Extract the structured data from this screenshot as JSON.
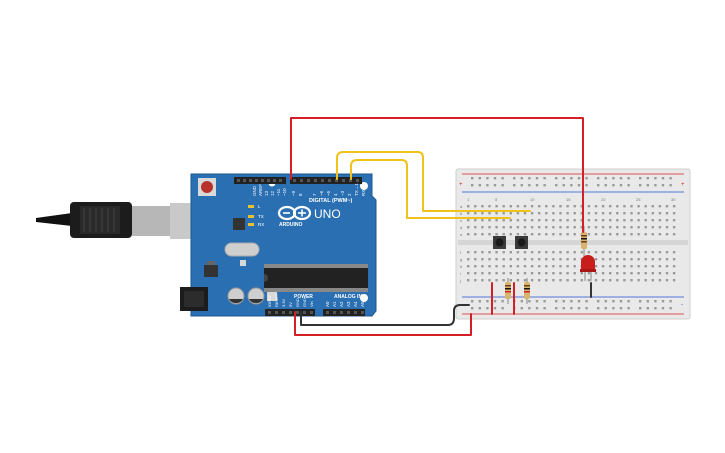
{
  "arduino": {
    "model": "UNO",
    "brand": "ARDUINO",
    "header_digital": "DIGITAL (PWM~)",
    "header_power": "POWER",
    "header_analog": "ANALOG IN",
    "led_l": "L",
    "led_tx": "TX",
    "led_rx": "RX",
    "digital_pins": [
      "GND",
      "AREF",
      "13",
      "12",
      "~11",
      "~10",
      "~9",
      "8",
      "7",
      "~6",
      "~5",
      "4",
      "~3",
      "2",
      "TX→1",
      "RX←0"
    ],
    "power_pins": [
      "IOREF",
      "RESET",
      "3.3V",
      "5V",
      "GND",
      "GND",
      "Vin"
    ],
    "analog_pins": [
      "A0",
      "A1",
      "A2",
      "A3",
      "A4",
      "A5"
    ]
  },
  "breadboard": {
    "col_labels_top": [
      "1",
      "5",
      "10",
      "15",
      "20",
      "25",
      "30"
    ],
    "row_labels_left": [
      "a",
      "b",
      "c",
      "d",
      "e",
      "f",
      "g",
      "h",
      "i",
      "j"
    ],
    "rail_plus": "+",
    "rail_minus": "-"
  },
  "colors": {
    "board_blue": "#2b6fb3",
    "wire_red": "#d41f26",
    "wire_yellow": "#f2c21c",
    "wire_black": "#333333",
    "led_red": "#c81d1d",
    "breadboard": "#e9e9e9"
  }
}
